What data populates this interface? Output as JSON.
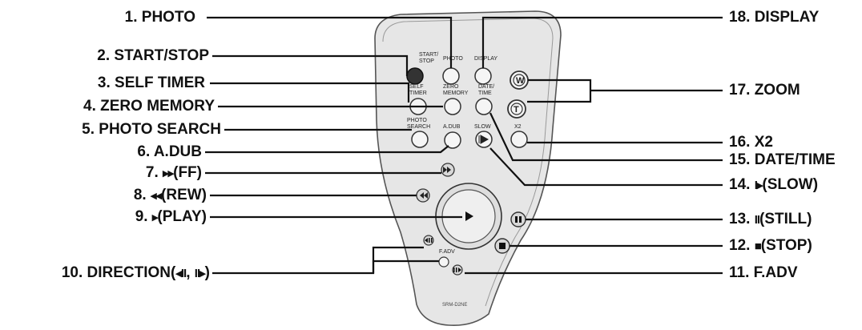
{
  "callouts_left": [
    {
      "num": "1.",
      "text": "PHOTO"
    },
    {
      "num": "2.",
      "text": "START/STOP"
    },
    {
      "num": "3.",
      "text": "SELF TIMER"
    },
    {
      "num": "4.",
      "text": "ZERO MEMORY"
    },
    {
      "num": "5.",
      "text": "PHOTO SEARCH"
    },
    {
      "num": "6.",
      "text": "A.DUB"
    },
    {
      "num": "7.",
      "glyph": "▸▸",
      "text": "(FF)"
    },
    {
      "num": "8.",
      "glyph": "◂◂",
      "text": "(REW)"
    },
    {
      "num": "9.",
      "glyph": "▸",
      "text": "(PLAY)"
    },
    {
      "num": "10.",
      "text": "DIRECTION(",
      "glyph_a": "◂II",
      "sep": ",",
      "glyph_b": "II▸",
      "tail": ")"
    }
  ],
  "callouts_right": [
    {
      "num": "18.",
      "text": "DISPLAY"
    },
    {
      "num": "17.",
      "text": "ZOOM"
    },
    {
      "num": "16.",
      "text": "X2"
    },
    {
      "num": "15.",
      "text": "DATE/TIME"
    },
    {
      "num": "14.",
      "glyph": "I▸",
      "text": "(SLOW)"
    },
    {
      "num": "13.",
      "glyph": "II",
      "text": "(STILL)"
    },
    {
      "num": "12.",
      "glyph": "■",
      "text": "(STOP)"
    },
    {
      "num": "11.",
      "text": "F.ADV"
    }
  ],
  "remote_labels": {
    "start_stop": "START/\nSTOP",
    "photo": "PHOTO",
    "display": "DISPLAY",
    "self_timer": "SELF\nTIMER",
    "zero_memory": "ZERO\nMEMORY",
    "date_time": "DATE/\nTIME",
    "photo_search": "PHOTO\nSEARCH",
    "a_dub": "A.DUB",
    "slow": "SLOW",
    "x2": "X2",
    "zoom_w": "W",
    "zoom_t": "T",
    "f_adv": "F.ADV",
    "model": "SRM-D2NE"
  }
}
